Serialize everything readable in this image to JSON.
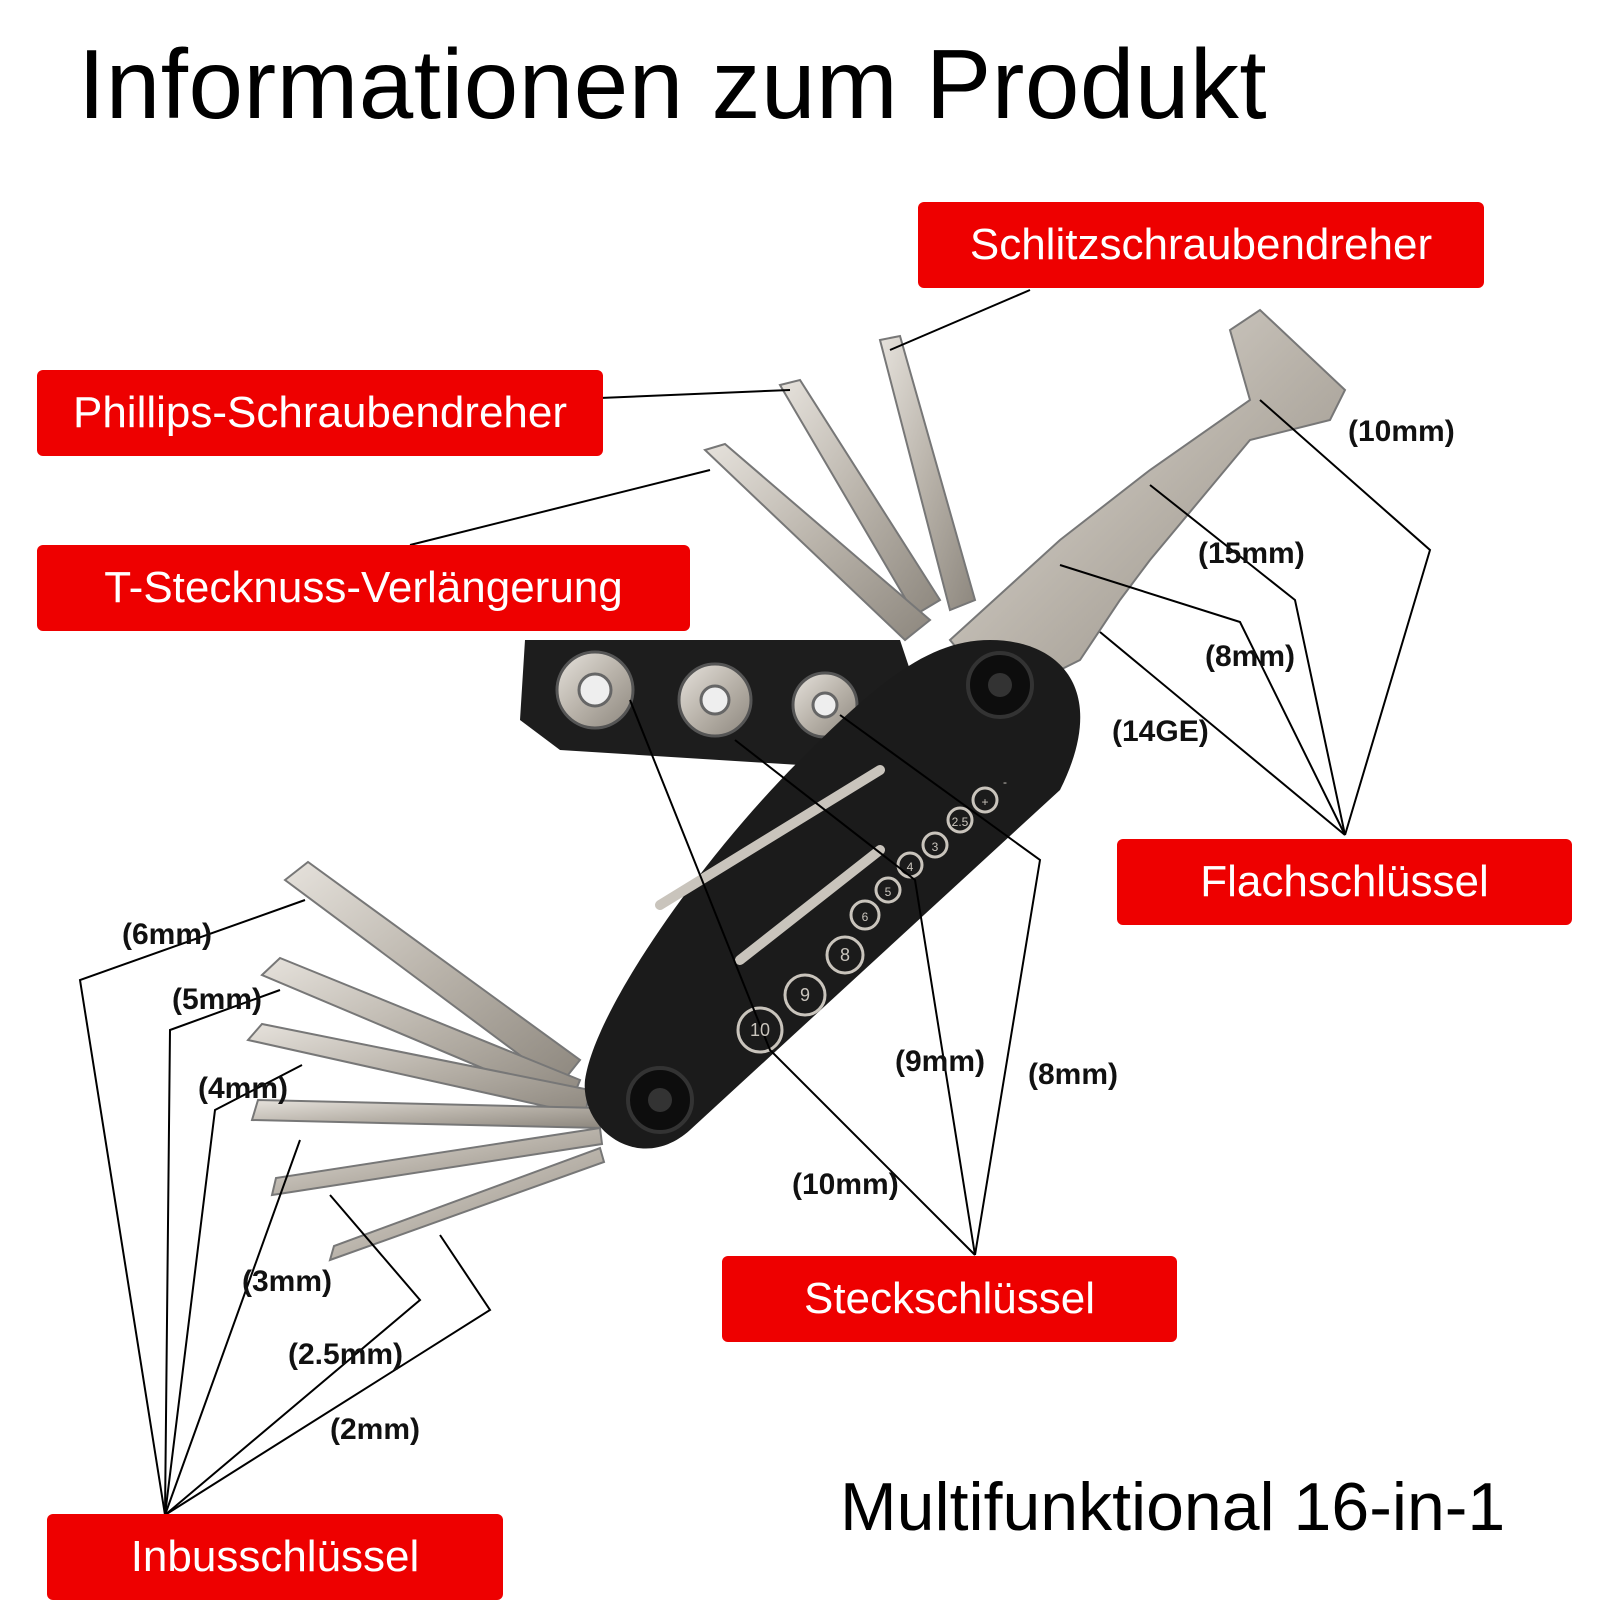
{
  "title": "Informationen zum Produkt",
  "subtitle": "Multifunktional 16-in-1",
  "colors": {
    "label_bg": "#ee0000",
    "label_text": "#ffffff",
    "tool_body": "#1b1b1b",
    "metal": "#c9c4bc"
  },
  "categories": {
    "slotted": "Schlitzschraubendreher",
    "phillips": "Phillips-Schraubendreher",
    "t_socket": "T-Stecknuss-Verlängerung",
    "flat_wrench": "Flachschlüssel",
    "socket_wrench": "Steckschlüssel",
    "hex_key": "Inbusschlüssel"
  },
  "flat_wrench_sizes": [
    "(10mm)",
    "(15mm)",
    "(8mm)",
    "(14GE)"
  ],
  "socket_sizes": [
    "(9mm)",
    "(8mm)",
    "(10mm)"
  ],
  "hex_sizes": [
    "(6mm)",
    "(5mm)",
    "(4mm)",
    "(3mm)",
    "(2.5mm)",
    "(2mm)"
  ],
  "body_marks": [
    "10",
    "9",
    "8",
    "6",
    "5",
    "4",
    "3",
    "2.5",
    "+",
    "-"
  ]
}
